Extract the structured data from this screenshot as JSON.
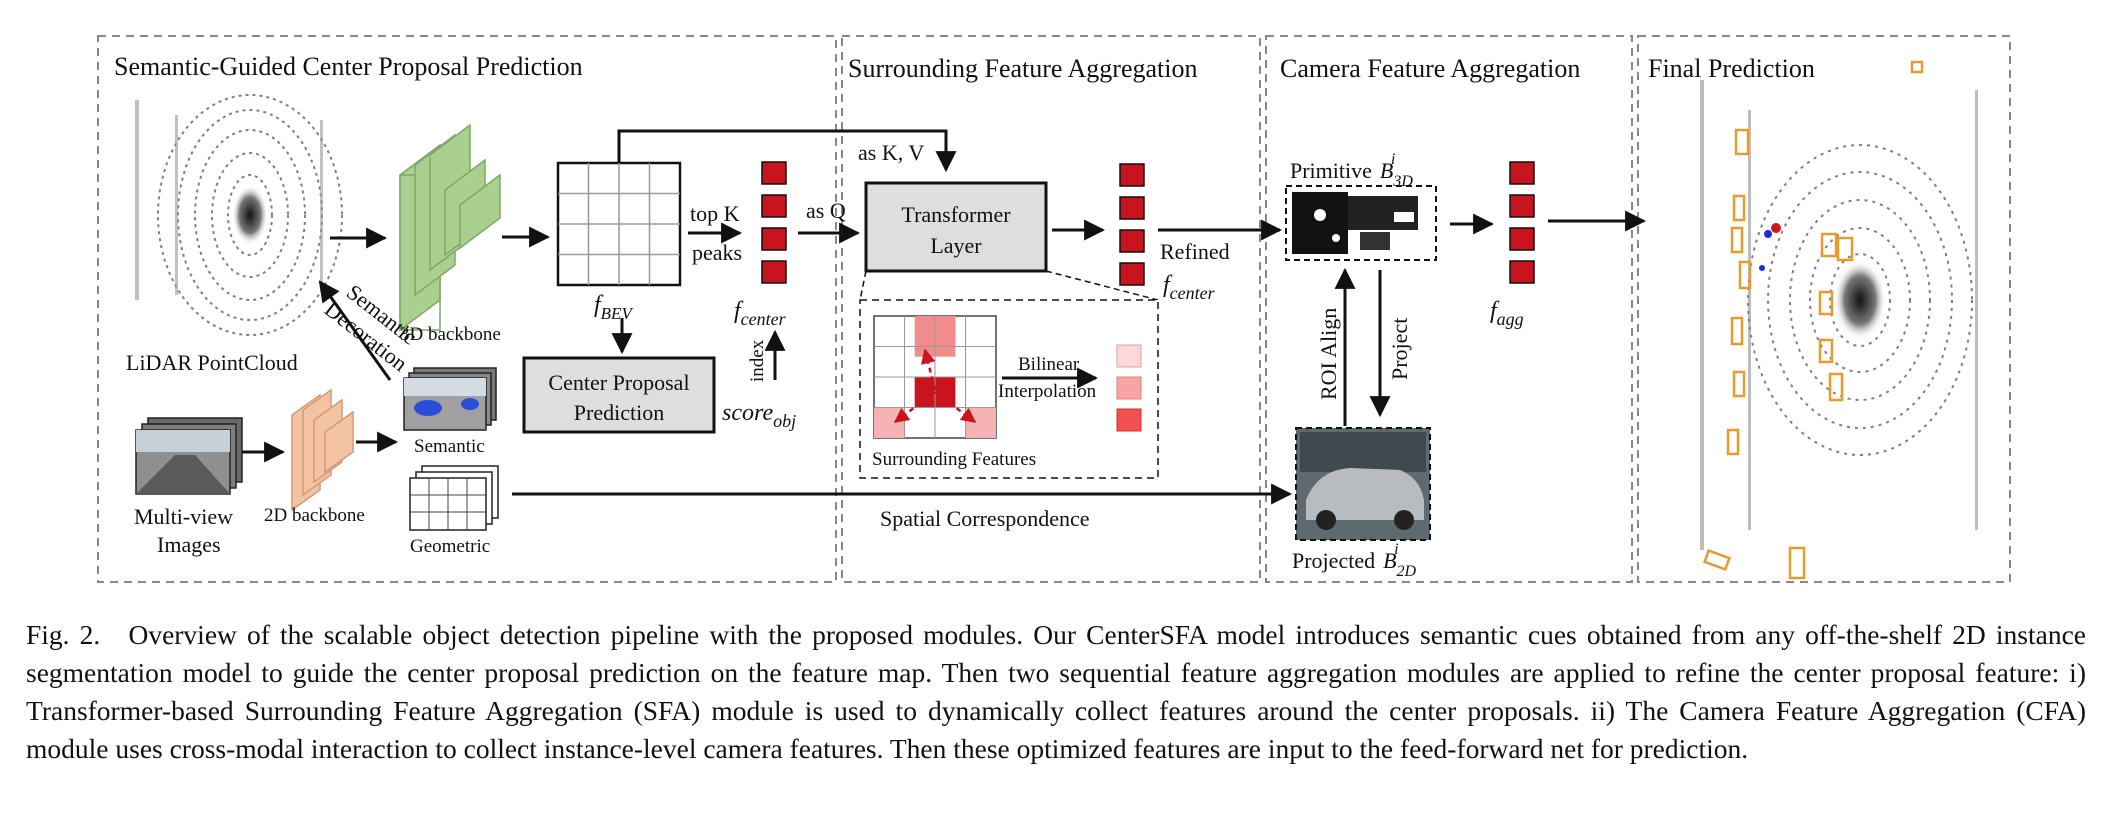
{
  "sections": {
    "s1_title": "Semantic-Guided Center Proposal Prediction",
    "s2_title": "Surrounding Feature Aggregation",
    "s3_title": "Camera Feature  Aggregation",
    "s4_title": "Final Prediction"
  },
  "labels": {
    "lidar": "LiDAR PointCloud",
    "backbone3d": "3D backbone",
    "semantic_decoration_1": "Semantic",
    "semantic_decoration_2": "Decoration",
    "f_bev_main": "f",
    "f_bev_sub": "BEV",
    "topk_1": "top K",
    "topk_2": "peaks",
    "as_q": "as Q",
    "as_kv": "as K, V",
    "f_center_main": "f",
    "f_center_sub": "center",
    "index": "index",
    "score_main": "score",
    "score_sub": "obj",
    "cpp_1": "Center Proposal",
    "cpp_2": "Prediction",
    "multiview_1": "Multi-view",
    "multiview_2": "Images",
    "backbone2d": "2D backbone",
    "semantic": "Semantic",
    "geometric": "Geometric",
    "transformer_1": "Transformer",
    "transformer_2": "Layer",
    "refined": "Refined",
    "rf_center_main": "f",
    "rf_center_sub": "center",
    "bilinear_1": "Bilinear",
    "bilinear_2": "Interpolation",
    "surrounding": "Surrounding Features",
    "spatial": "Spatial Correspondence",
    "primitive": "Primitive",
    "b3d_main": "B",
    "b3d_sub": "3D",
    "b3d_sup": "i",
    "roi_align": "ROI Align",
    "project": "Project",
    "projected": "Projected",
    "b2d_main": "B",
    "b2d_sub": "2D",
    "b2d_sup": "i",
    "f_agg_main": "f",
    "f_agg_sub": "agg"
  },
  "caption": {
    "label": "Fig. 2.",
    "text": "Overview of the scalable object detection pipeline with the proposed modules. Our CenterSFA model introduces semantic cues obtained from any off-the-shelf 2D instance segmentation model to guide the center proposal prediction on the feature map. Then two sequential feature aggregation modules are applied to refine the center proposal feature: i) Transformer-based Surrounding Feature Aggregation (SFA) module is used to dynamically collect features around the center proposals. ii) The Camera Feature Aggregation (CFA) module uses cross-modal interaction to collect instance-level camera features. Then these optimized features are input to the feed-forward net for prediction."
  },
  "colors": {
    "feature_red": "#c8141e",
    "backbone3d_green": "#a9d08e",
    "backbone2d_peach": "#f4c3a3",
    "box_gray": "#dedede",
    "detection_orange": "#e69b2e"
  }
}
